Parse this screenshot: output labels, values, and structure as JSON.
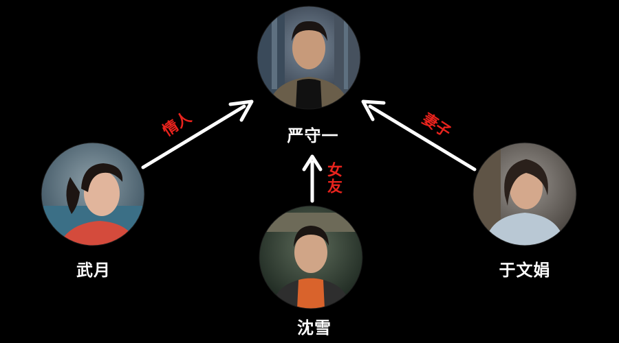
{
  "colors": {
    "background": "#000000",
    "arrow": "#ffffff",
    "relation_text": "#e8231d",
    "name_text": "#ffffff",
    "portrait_dark": "#2a2d35"
  },
  "nodes": {
    "center": {
      "name": "严守一"
    },
    "left": {
      "name": "武月"
    },
    "bottom": {
      "name": "沈雪"
    },
    "right": {
      "name": "于文娟"
    }
  },
  "relations": {
    "left": "情人",
    "bottom": "女友",
    "right": "妻子"
  }
}
